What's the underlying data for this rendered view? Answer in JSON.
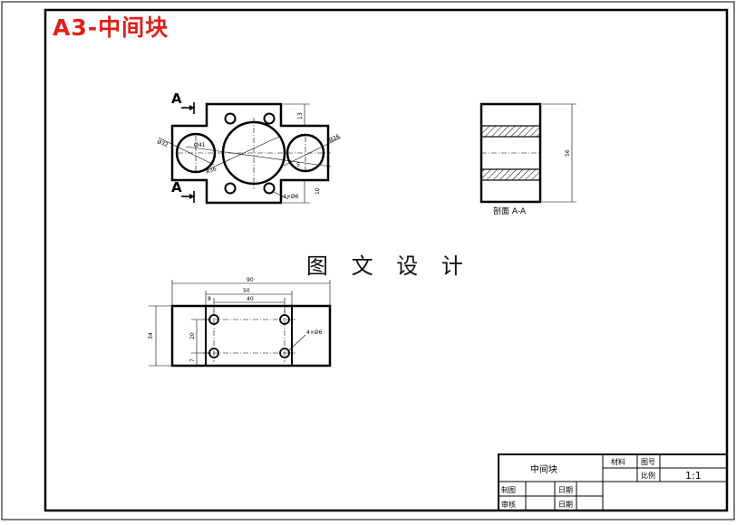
{
  "heading": "A3-中间块",
  "center_text": "图 文 设 计",
  "views": {
    "front": {
      "section_mark_top": "A",
      "section_mark_bottom": "A",
      "dims": {
        "d_left": "Ø32",
        "d_center": "Ø41",
        "r_center": "R36",
        "d_right": "Ø26",
        "small": "5",
        "holes": "4×Ø6",
        "top_h": "13",
        "bottom_h": "10"
      }
    },
    "section": {
      "label": "剖面 A-A",
      "height": "56"
    },
    "top": {
      "overall": "90",
      "middle": "50",
      "inner": "40",
      "offset": "8",
      "height": "34",
      "hole_spacing": "20",
      "hole_offset": "7",
      "holes": "4×Ø6"
    }
  },
  "title_block": {
    "part_name": "中间块",
    "material_label": "材料",
    "drawing_no_label": "图号",
    "scale_label": "比例",
    "scale_value": "1:1",
    "drawn_label": "制图",
    "check_label": "审核",
    "date_label_1": "日期",
    "date_label_2": "日期"
  }
}
